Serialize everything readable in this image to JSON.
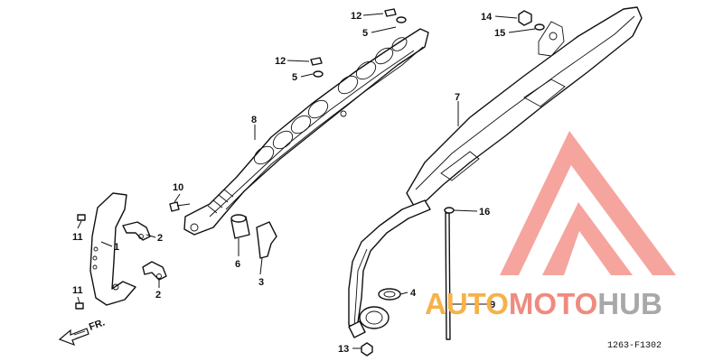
{
  "callouts": [
    {
      "id": "c12a",
      "label": "12"
    },
    {
      "id": "c5a",
      "label": "5"
    },
    {
      "id": "c12b",
      "label": "12"
    },
    {
      "id": "c5b",
      "label": "5"
    },
    {
      "id": "c14",
      "label": "14"
    },
    {
      "id": "c15",
      "label": "15"
    },
    {
      "id": "c7",
      "label": "7"
    },
    {
      "id": "c8",
      "label": "8"
    },
    {
      "id": "c10",
      "label": "10"
    },
    {
      "id": "c11a",
      "label": "11"
    },
    {
      "id": "c1",
      "label": "1"
    },
    {
      "id": "c2a",
      "label": "2"
    },
    {
      "id": "c2b",
      "label": "2"
    },
    {
      "id": "c11b",
      "label": "11"
    },
    {
      "id": "c6",
      "label": "6"
    },
    {
      "id": "c3",
      "label": "3"
    },
    {
      "id": "c16",
      "label": "16"
    },
    {
      "id": "c4",
      "label": "4"
    },
    {
      "id": "c9",
      "label": "9"
    },
    {
      "id": "c13",
      "label": "13"
    }
  ],
  "front_arrow": {
    "label": "FR."
  },
  "drawing_code": "1263-F1302",
  "watermark": {
    "part1": "AUTO",
    "part2": "MOTO",
    "part3": "HUB",
    "color_orange": "#f6b24a",
    "color_red": "#f08a80",
    "color_gray": "#a8a8a8"
  }
}
